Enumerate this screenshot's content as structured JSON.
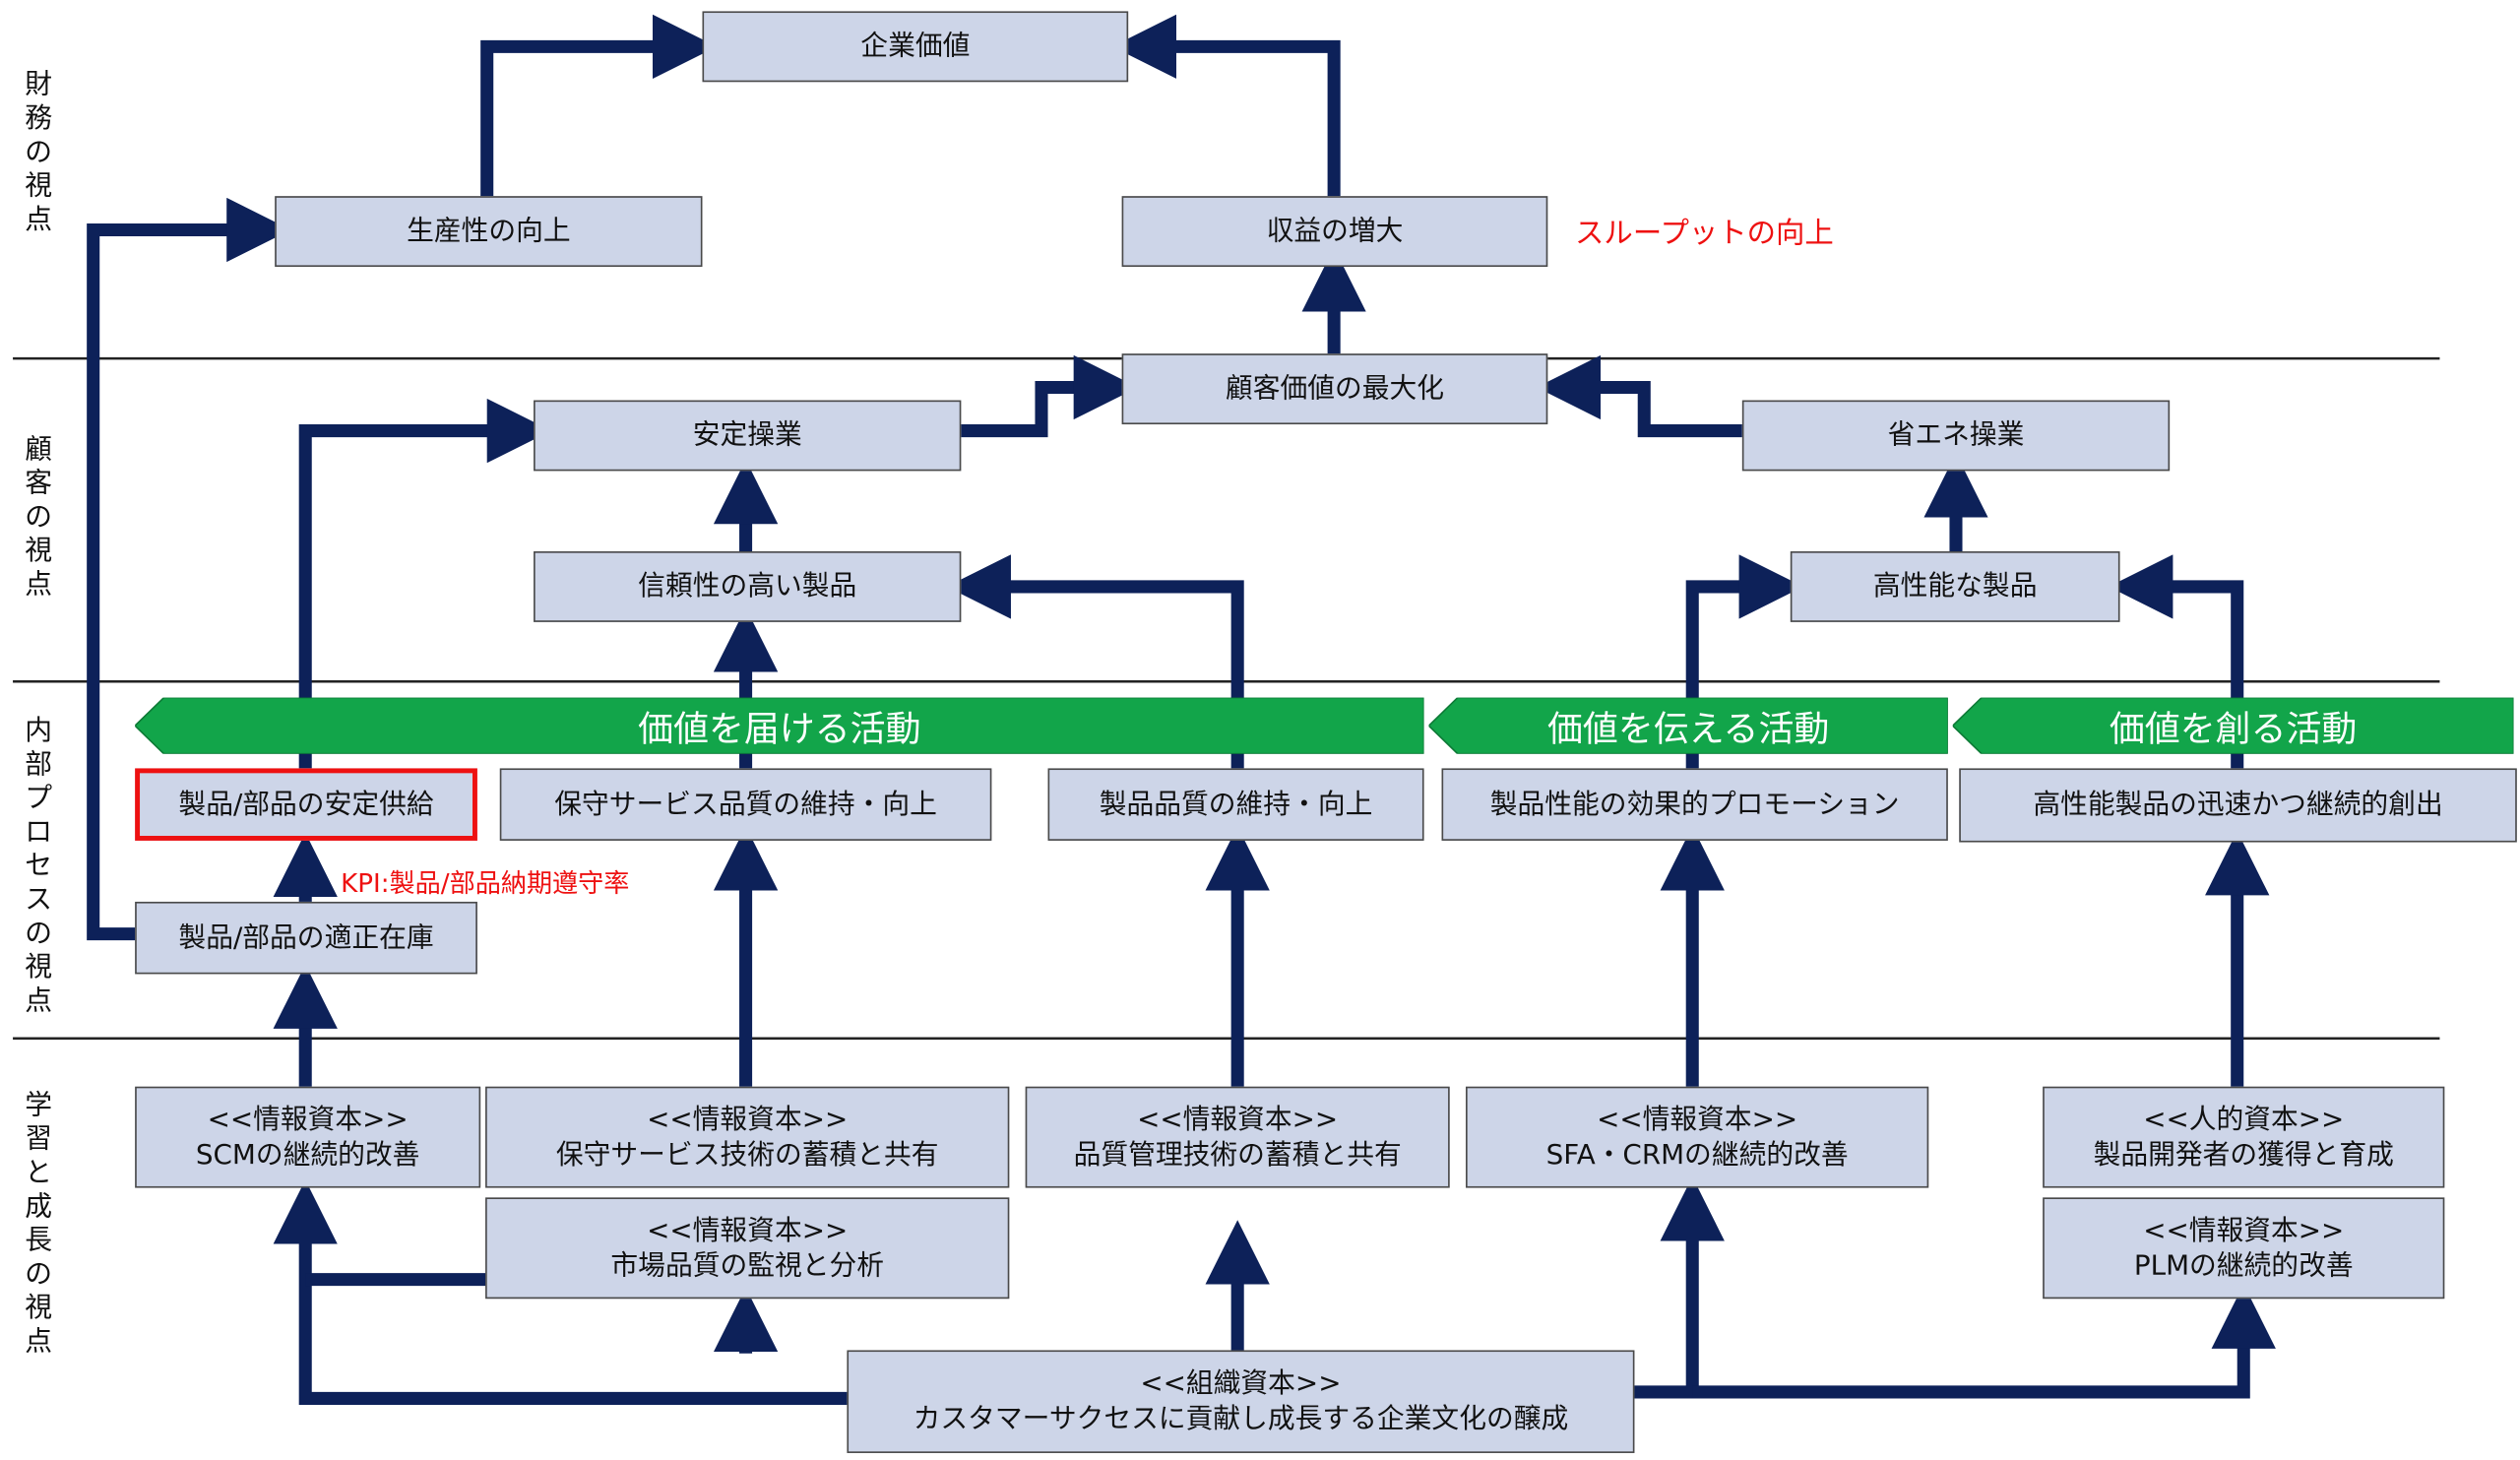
{
  "perspectives": {
    "financial": "財務の視点",
    "customer": "顧客の視点",
    "internal": "内部プロセスの視点",
    "learning": "学習と成長の視点"
  },
  "financial": {
    "corporate_value": "企業価値",
    "productivity": "生産性の向上",
    "revenue": "収益の増大",
    "throughput_note": "スループットの向上"
  },
  "customer": {
    "max_value": "顧客価値の最大化",
    "stable_operation": "安定操業",
    "energy_saving": "省エネ操業",
    "reliable_product": "信頼性の高い製品",
    "high_performance_product": "高性能な製品"
  },
  "internal": {
    "banner_deliver": "価値を届ける活動",
    "banner_communicate": "価値を伝える活動",
    "banner_create": "価値を創る活動",
    "stable_supply": "製品/部品の安定供給",
    "maintenance_quality": "保守サービス品質の維持・向上",
    "product_quality": "製品品質の維持・向上",
    "promotion": "製品性能の効果的プロモーション",
    "creation": "高性能製品の迅速かつ継続的創出",
    "proper_inventory": "製品/部品の適正在庫",
    "kpi_note": "KPI:製品/部品納期遵守率"
  },
  "learning": {
    "scm": {
      "tag": "<<情報資本>>",
      "label": "SCMの継続的改善"
    },
    "maint_tech": {
      "tag": "<<情報資本>>",
      "label": "保守サービス技術の蓄積と共有"
    },
    "market_quality": {
      "tag": "<<情報資本>>",
      "label": "市場品質の監視と分析"
    },
    "qc_tech": {
      "tag": "<<情報資本>>",
      "label": "品質管理技術の蓄積と共有"
    },
    "sfa_crm": {
      "tag": "<<情報資本>>",
      "label": "SFA・CRMの継続的改善"
    },
    "developers": {
      "tag": "<<人的資本>>",
      "label": "製品開発者の獲得と育成"
    },
    "plm": {
      "tag": "<<情報資本>>",
      "label": "PLMの継続的改善"
    },
    "culture": {
      "tag": "<<組織資本>>",
      "label": "カスタマーサクセスに貢献し成長する企業文化の醸成"
    }
  },
  "colors": {
    "arrow": "#0d2159",
    "box_fill": "#cdd5e8",
    "banner": "#12a54a",
    "accent_red": "#ee1111"
  }
}
